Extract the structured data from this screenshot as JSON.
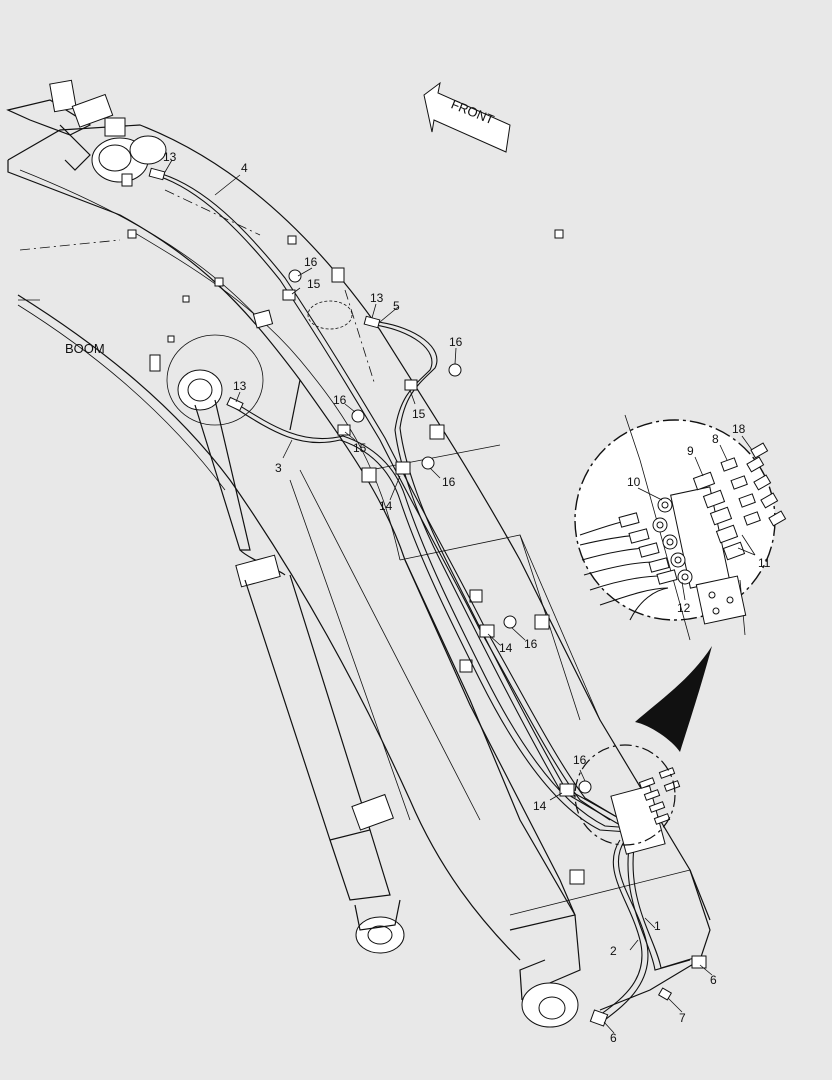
{
  "labels": {
    "front": "FRONT",
    "boom": "BOOM"
  },
  "callouts": {
    "c1": "1",
    "c2": "2",
    "c3": "3",
    "c4": "4",
    "c5": "5",
    "c6a": "6",
    "c6b": "6",
    "c7": "7",
    "c8": "8",
    "c9": "9",
    "c10": "10",
    "c11": "11",
    "c12": "12",
    "c13a": "13",
    "c13b": "13",
    "c13c": "13",
    "c14a": "14",
    "c14b": "14",
    "c14c": "14",
    "c15a": "15",
    "c15b": "15",
    "c15c": "15",
    "c16a": "16",
    "c16b": "16",
    "c16c": "16",
    "c16d": "16",
    "c16e": "16",
    "c16f": "16",
    "c18": "18"
  },
  "colors": {
    "background": "#e8e8e8",
    "ink": "#111111",
    "fill": "#ffffff"
  }
}
